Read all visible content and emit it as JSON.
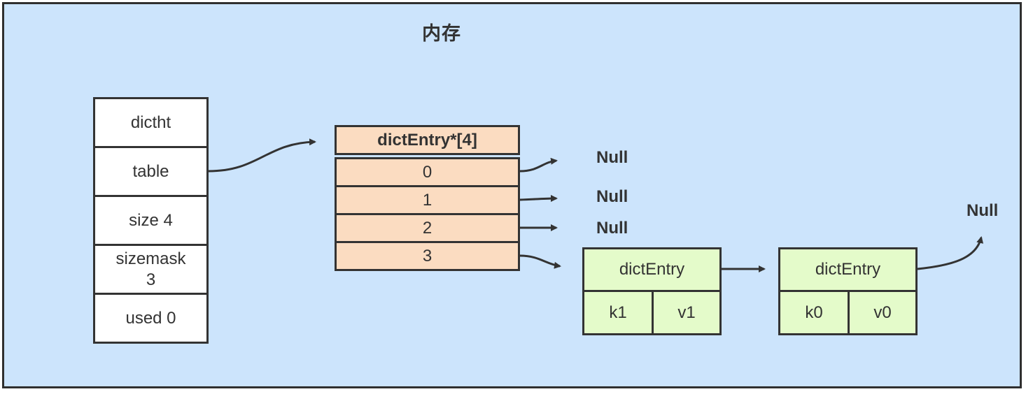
{
  "region": {
    "title": "内存"
  },
  "dictht": {
    "header": "dictht",
    "fields": {
      "table": "table",
      "size": "size 4",
      "sizemask_line1": "sizemask",
      "sizemask_line2": "3",
      "used": "used 0"
    }
  },
  "array": {
    "header": "dictEntry*[4]",
    "slots": [
      "0",
      "1",
      "2",
      "3"
    ]
  },
  "nulls": {
    "slot0": "Null",
    "slot1": "Null",
    "slot2": "Null",
    "chain_end": "Null"
  },
  "entries": [
    {
      "title": "dictEntry",
      "key": "k1",
      "value": "v1"
    },
    {
      "title": "dictEntry",
      "key": "k0",
      "value": "v0"
    }
  ],
  "colors": {
    "background": "#cce4fc",
    "array_fill": "#fbdcc1",
    "entry_fill": "#e4fbca",
    "struct_fill": "#ffffff",
    "stroke": "#333333"
  }
}
